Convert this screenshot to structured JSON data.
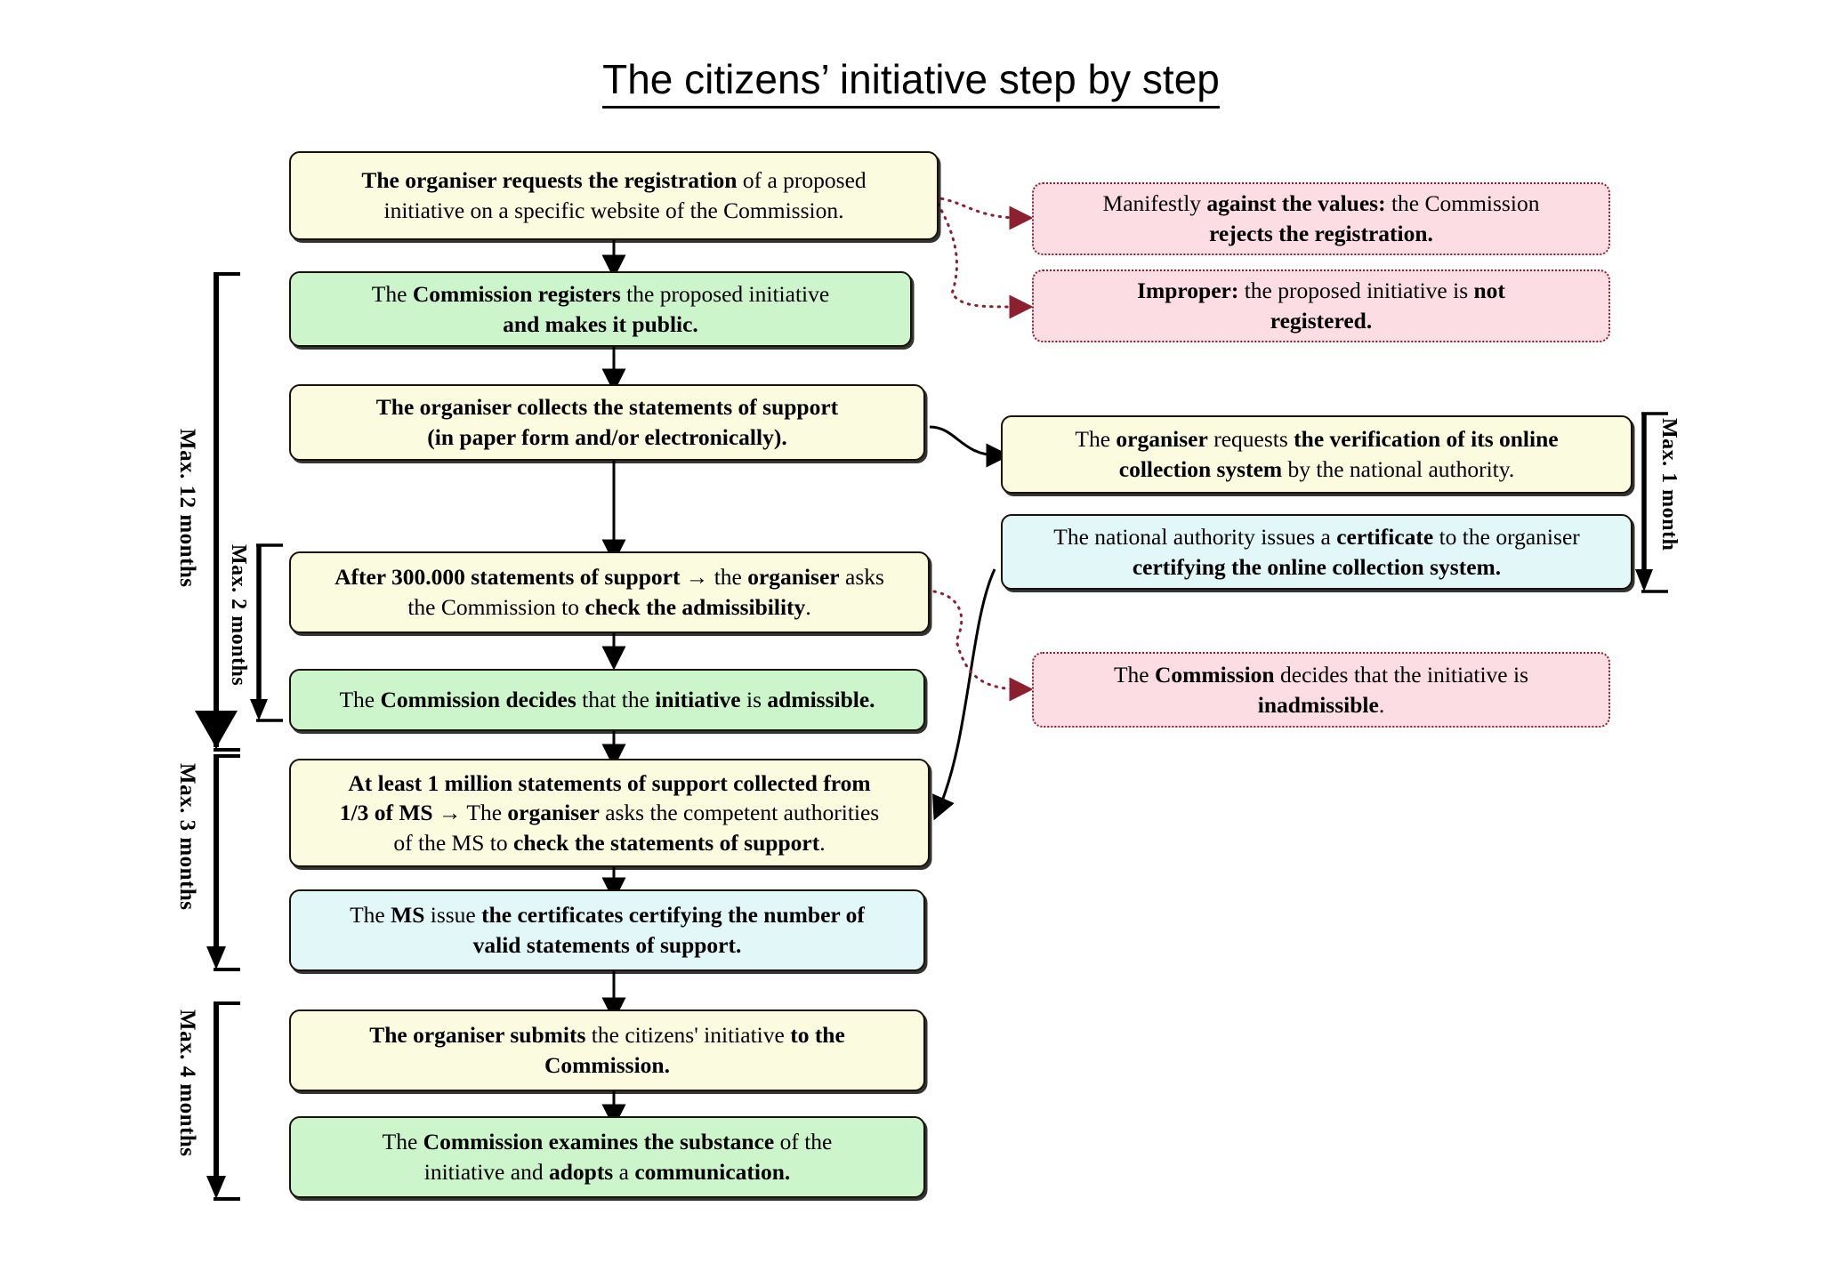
{
  "page": {
    "title": "The citizens’ initiative step by step",
    "background": "#ffffff"
  },
  "colors": {
    "cream": "#fbfbe0",
    "green": "#cdf5cb",
    "blue": "#e2f7f8",
    "pink": "#fbdde3",
    "box_border": "#1a1208",
    "reject_border": "#8c2030",
    "arrow_main": "#000000",
    "arrow_reject": "#8c2030"
  },
  "main_flow": [
    {
      "id": "step-request-registration",
      "color": "cream",
      "lines": [
        [
          {
            "t": "The organiser requests the registration",
            "b": true
          },
          {
            "t": " of a proposed",
            "b": false
          }
        ],
        [
          {
            "t": "initiative on a specific website of the Commission.",
            "b": false
          }
        ]
      ]
    },
    {
      "id": "step-commission-registers",
      "color": "green",
      "lines": [
        [
          {
            "t": "The ",
            "b": false
          },
          {
            "t": "Commission registers",
            "b": true
          },
          {
            "t": " the proposed initiative",
            "b": false
          }
        ],
        [
          {
            "t": "and makes it public.",
            "b": true
          }
        ]
      ]
    },
    {
      "id": "step-collect-statements",
      "color": "cream",
      "lines": [
        [
          {
            "t": "The organiser collects the statements of support",
            "b": true
          }
        ],
        [
          {
            "t": "(in paper form and/or electronically).",
            "b": true
          }
        ]
      ]
    },
    {
      "id": "step-300000-admissibility",
      "color": "cream",
      "lines": [
        [
          {
            "t": "After 300.000 statements of support →",
            "b": true
          },
          {
            "t": "  the ",
            "b": false
          },
          {
            "t": "organiser",
            "b": true
          },
          {
            "t": " asks",
            "b": false
          }
        ],
        [
          {
            "t": "the Commission to ",
            "b": false
          },
          {
            "t": "check the admissibility",
            "b": true
          },
          {
            "t": ".",
            "b": false
          }
        ]
      ]
    },
    {
      "id": "step-commission-admissible",
      "color": "green",
      "lines": [
        [
          {
            "t": "The ",
            "b": false
          },
          {
            "t": "Commission decides",
            "b": true
          },
          {
            "t": " that the ",
            "b": false
          },
          {
            "t": "initiative",
            "b": true
          },
          {
            "t": " is ",
            "b": false
          },
          {
            "t": "admissible.",
            "b": true
          }
        ]
      ]
    },
    {
      "id": "step-one-million",
      "color": "cream",
      "lines": [
        [
          {
            "t": "At least 1 million statements of support collected from",
            "b": true
          }
        ],
        [
          {
            "t": "1/3 of MS →",
            "b": true
          },
          {
            "t": " The ",
            "b": false
          },
          {
            "t": "organiser",
            "b": true
          },
          {
            "t": " asks the competent authorities",
            "b": false
          }
        ],
        [
          {
            "t": "of the MS to ",
            "b": false
          },
          {
            "t": "check the statements of support",
            "b": true
          },
          {
            "t": ".",
            "b": false
          }
        ]
      ]
    },
    {
      "id": "step-ms-certificates",
      "color": "blue",
      "lines": [
        [
          {
            "t": "The ",
            "b": false
          },
          {
            "t": "MS",
            "b": true
          },
          {
            "t": " issue ",
            "b": false
          },
          {
            "t": "the certificates certifying the number of",
            "b": true
          }
        ],
        [
          {
            "t": "valid statements of support.",
            "b": true
          }
        ]
      ]
    },
    {
      "id": "step-organiser-submits",
      "color": "cream",
      "lines": [
        [
          {
            "t": "The organiser submits",
            "b": true
          },
          {
            "t": " the citizens' initiative ",
            "b": false
          },
          {
            "t": "to the",
            "b": true
          }
        ],
        [
          {
            "t": "Commission.",
            "b": true
          }
        ]
      ]
    },
    {
      "id": "step-commission-examines",
      "color": "green",
      "lines": [
        [
          {
            "t": "The ",
            "b": false
          },
          {
            "t": "Commission examines the substance",
            "b": true
          },
          {
            "t": " of the",
            "b": false
          }
        ],
        [
          {
            "t": "initiative and ",
            "b": false
          },
          {
            "t": "adopts",
            "b": true
          },
          {
            "t": " a ",
            "b": false
          },
          {
            "t": "communication.",
            "b": true
          }
        ]
      ]
    }
  ],
  "reject_boxes": [
    {
      "id": "reject-against-values",
      "color": "pink",
      "lines": [
        [
          {
            "t": "Manifestly ",
            "b": false
          },
          {
            "t": "against the values:",
            "b": true
          },
          {
            "t": " the Commission",
            "b": false
          }
        ],
        [
          {
            "t": "rejects the registration.",
            "b": true
          }
        ]
      ]
    },
    {
      "id": "reject-improper",
      "color": "pink",
      "lines": [
        [
          {
            "t": "Improper:",
            "b": true
          },
          {
            "t": " the proposed initiative is ",
            "b": false
          },
          {
            "t": "not",
            "b": true
          }
        ],
        [
          {
            "t": "registered.",
            "b": true
          }
        ]
      ]
    },
    {
      "id": "reject-inadmissible",
      "color": "pink",
      "lines": [
        [
          {
            "t": "The ",
            "b": false
          },
          {
            "t": "Commission",
            "b": true
          },
          {
            "t": " decides that the initiative is",
            "b": false
          }
        ],
        [
          {
            "t": "inadmissible",
            "b": true
          },
          {
            "t": ".",
            "b": false
          }
        ]
      ]
    }
  ],
  "side_flow": [
    {
      "id": "side-verification-request",
      "color": "cream",
      "lines": [
        [
          {
            "t": "The ",
            "b": false
          },
          {
            "t": "organiser",
            "b": true
          },
          {
            "t": " requests ",
            "b": false
          },
          {
            "t": "the verification of its online",
            "b": true
          }
        ],
        [
          {
            "t": "collection system",
            "b": true
          },
          {
            "t": " by the national authority.",
            "b": false
          }
        ]
      ]
    },
    {
      "id": "side-certificate-issued",
      "color": "blue",
      "lines": [
        [
          {
            "t": "The national authority issues a ",
            "b": false
          },
          {
            "t": "certificate",
            "b": true
          },
          {
            "t": " to the organiser",
            "b": false
          }
        ],
        [
          {
            "t": "certifying the online collection system.",
            "b": true
          }
        ]
      ]
    }
  ],
  "duration_brackets": [
    {
      "id": "duration-12-months",
      "label": "Max. 12 months"
    },
    {
      "id": "duration-2-months",
      "label": "Max. 2 months"
    },
    {
      "id": "duration-3-months",
      "label": "Max. 3 months"
    },
    {
      "id": "duration-4-months",
      "label": "Max. 4 months"
    },
    {
      "id": "duration-1-month",
      "label": "Max. 1 month"
    }
  ]
}
